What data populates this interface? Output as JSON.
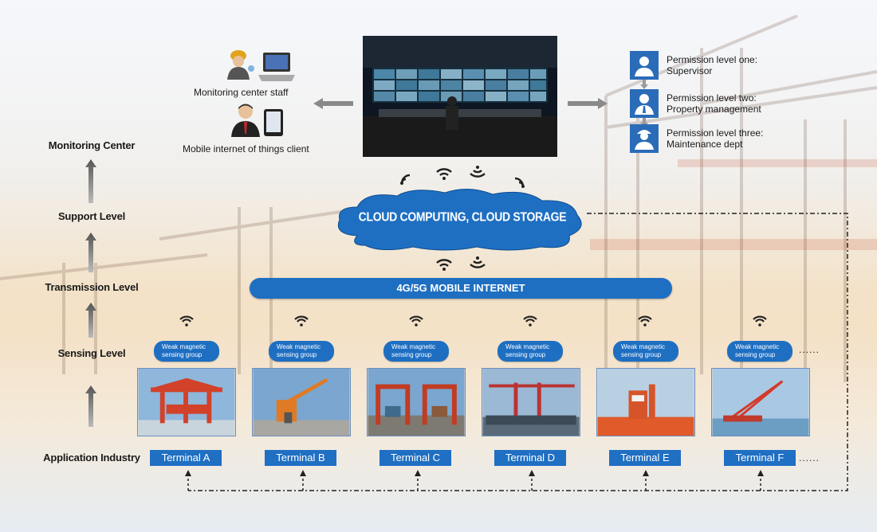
{
  "levels": {
    "monitoring": "Monitoring Center",
    "support": "Support Level",
    "transmission": "Transmission Level",
    "sensing": "Sensing Level",
    "application": "Application Industry"
  },
  "cloud": {
    "label": "CLOUD COMPUTING, CLOUD STORAGE"
  },
  "network": {
    "label": "4G/5G MOBILE INTERNET"
  },
  "clients": {
    "staff": "Monitoring center staff",
    "mobile": "Mobile internet of things client"
  },
  "permissions": [
    {
      "title": "Permission level one:",
      "role": "Supervisor"
    },
    {
      "title": "Permission level two:",
      "role": "Property management"
    },
    {
      "title": "Permission level three:",
      "role": "Maintenance dept"
    }
  ],
  "sensing_label": "Weak magnetic sensing group",
  "more": "......",
  "terminals": [
    "Terminal A",
    "Terminal B",
    "Terminal C",
    "Terminal D",
    "Terminal E",
    "Terminal F"
  ],
  "colors": {
    "accent": "#1e6fc2",
    "arrow": "#8a8a8a"
  },
  "icons": [
    "signal-icon",
    "arrow-icon",
    "supervisor-icon",
    "manager-icon",
    "maintenance-icon",
    "worker-icon",
    "laptop-icon",
    "businessman-icon",
    "tablet-icon"
  ]
}
